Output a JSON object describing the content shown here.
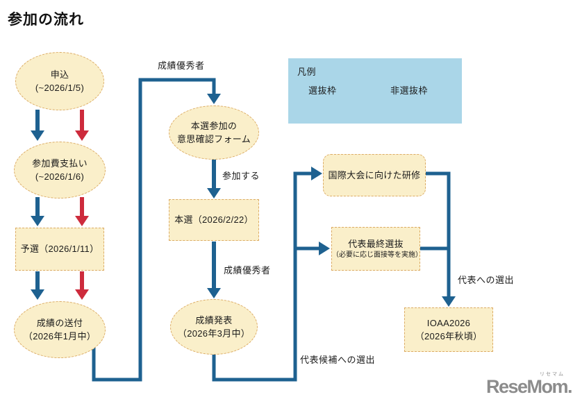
{
  "title": "参加の流れ",
  "colors": {
    "blue": "#1e6190",
    "red": "#cd2b3c",
    "node_bg": "#faefca",
    "node_border": "#dcab64",
    "legend_bg": "#aad6e8",
    "text": "#1b1b1b",
    "logo": "#8c8c8c"
  },
  "legend": {
    "title": "凡例",
    "selected_label": "選抜枠",
    "unselected_label": "非選抜枠"
  },
  "nodes": {
    "apply": {
      "line1": "申込",
      "line2": "(~2026/1/5)"
    },
    "fee_payment": {
      "line1": "参加費支払い",
      "line2": "(~2026/1/6)"
    },
    "qualifier": {
      "line1": "予選（2026/1/11）"
    },
    "score_delivery": {
      "line1": "成績の送付",
      "line2": "（2026年1月中）"
    },
    "intent_form": {
      "line1": "本選参加の",
      "line2": "意思確認フォーム"
    },
    "final_round": {
      "line1": "本選（2026/2/22）"
    },
    "results": {
      "line1": "成績発表",
      "line2": "（2026年3月中）"
    },
    "training": {
      "line1": "国際大会に向けた研修"
    },
    "final_selection": {
      "line1": "代表最終選抜",
      "line2": "（必要に応じ面接等を実施）"
    },
    "ioaa": {
      "line1": "IOAA2026",
      "line2": "（2026年秋頃）"
    }
  },
  "edge_labels": {
    "top_excellent": "成績優秀者",
    "participate": "参加する",
    "mid_excellent": "成績優秀者",
    "rep_selected": "代表への選出",
    "rep_candidate": "代表候補への選出"
  },
  "logo": {
    "name": "ReseMom.",
    "ruby": "リセマム"
  }
}
